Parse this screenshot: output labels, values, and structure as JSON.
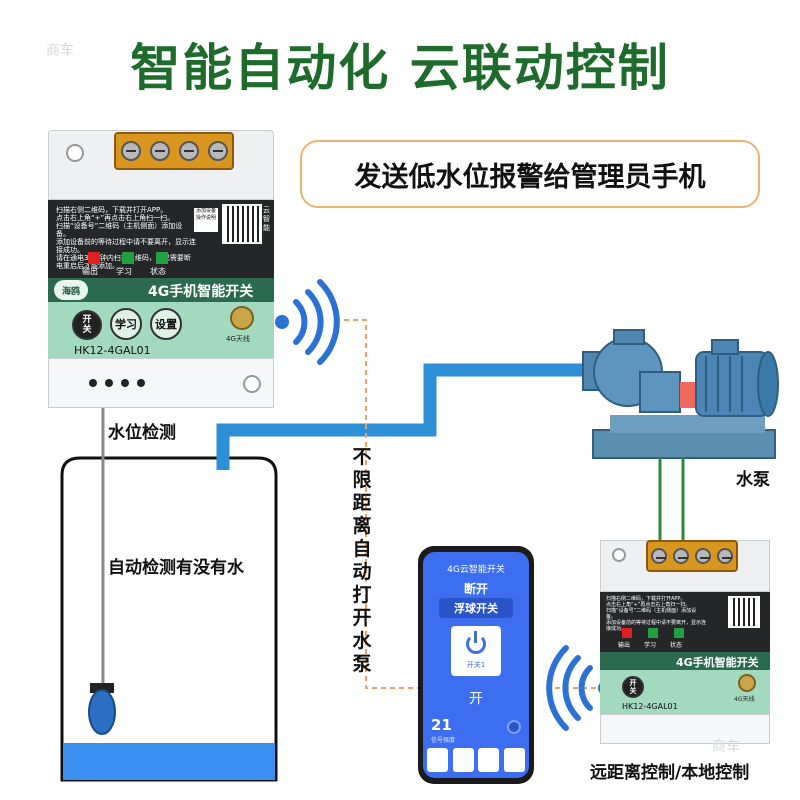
{
  "headline": "智能自动化 云联动控制",
  "watermark": "商车",
  "callout": "发送低水位报警给管理员手机",
  "device": {
    "brand": "海鸥",
    "model_title": "4G手机智能开关",
    "model_code": "HK12-4GAL01",
    "btn_switch_a": "开",
    "btn_switch_b": "关",
    "btn_learn": "学习",
    "btn_setting": "设置",
    "antenna_label": "4G天线",
    "indicators": [
      "输出",
      "学习",
      "状态"
    ],
    "qr_hint": "添加设备操作说明",
    "cloud_label": "云智能",
    "instructions": [
      "扫描右侧二维码，下载并打开APP。",
      "点击右上角“+”再点击右上角扫一扫。",
      "扫描“设备号”二维码（主机侧面）添加设备。",
      "添加设备前的等待过程中请不要离开，显示连接成功。",
      "请在通电30分钟内扫描二维码，若已需要断电重启后才能添加。"
    ]
  },
  "labels": {
    "water_level_detect": "水位检测",
    "auto_detect": "自动检测有没有水",
    "unlimited": "不限距离自动打开水泵",
    "pump": "水泵",
    "remote_local": "远距离控制/本地控制"
  },
  "phone": {
    "app_title": "4G云智能开关",
    "status_off": "断开",
    "float_switch": "浮球开关",
    "switch_name": "开关1",
    "state_on": "开",
    "temperature": "21",
    "signal_label": "信号强度"
  },
  "colors": {
    "headline": "#1e6b2c",
    "pipe": "#2d8fd6",
    "dashed": "#f0a060",
    "panel_green": "#a3d9bf",
    "terminal": "#d9961f"
  }
}
